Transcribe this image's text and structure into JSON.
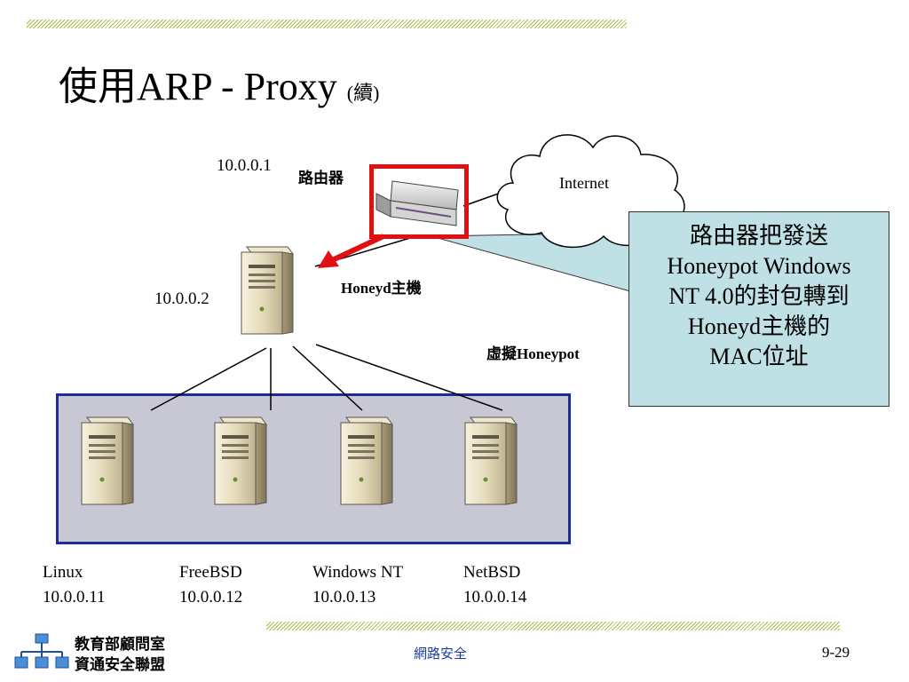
{
  "slide": {
    "title": "使用ARP - Proxy",
    "title_suffix": "(續)"
  },
  "diagram": {
    "router": {
      "ip": "10.0.0.1",
      "label": "路由器"
    },
    "internet_label": "Internet",
    "honeyd_host": {
      "ip": "10.0.0.2",
      "label": "Honeyd主機"
    },
    "virtual_label": "虛擬Honeypot",
    "hosts": [
      {
        "os": "Linux",
        "ip": "10.0.0.11"
      },
      {
        "os": "FreeBSD",
        "ip": "10.0.0.12"
      },
      {
        "os": "Windows NT",
        "ip": "10.0.0.13"
      },
      {
        "os": "NetBSD",
        "ip": "10.0.0.14"
      }
    ],
    "callout_lines": [
      "路由器把發送",
      "Honeypot Windows",
      "NT 4.0的封包轉到",
      "Honeyd主機的",
      "MAC位址"
    ],
    "colors": {
      "highlight": "#e01010",
      "callout_bg": "#bfe1e5",
      "lan_border": "#1d2c99",
      "lan_fill": "#c8c8d4"
    }
  },
  "footer": {
    "org_line1": "教育部顧問室",
    "org_line2": "資通安全聯盟",
    "course": "網路安全",
    "page": "9-29"
  }
}
